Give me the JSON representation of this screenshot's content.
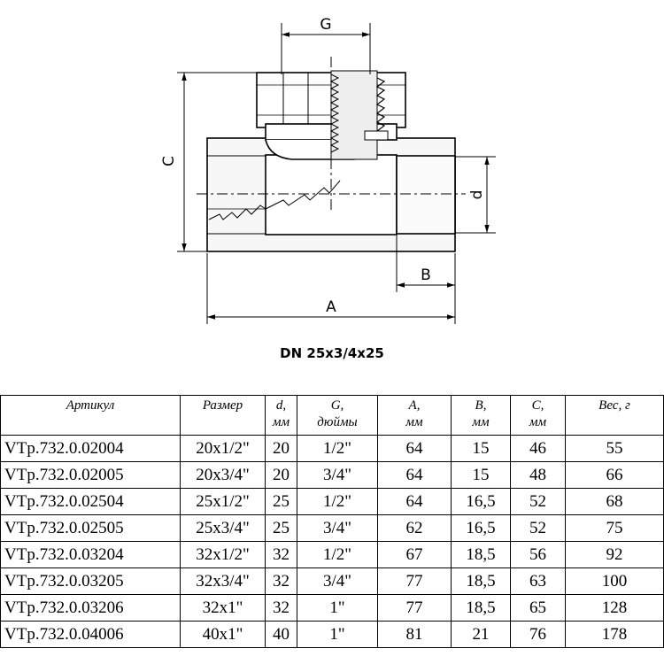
{
  "drawing": {
    "dimension_labels": {
      "G": "G",
      "C": "C",
      "d": "d",
      "B": "B",
      "A": "A"
    },
    "caption": "DN 25x3/4x25"
  },
  "table": {
    "headers": [
      {
        "line1": "Артикул",
        "line2": ""
      },
      {
        "line1": "Размер",
        "line2": ""
      },
      {
        "line1": "d,",
        "line2": "мм"
      },
      {
        "line1": "G,",
        "line2": "дюймы"
      },
      {
        "line1": "A,",
        "line2": "мм"
      },
      {
        "line1": "B,",
        "line2": "мм"
      },
      {
        "line1": "C,",
        "line2": "мм"
      },
      {
        "line1": "Вес, г",
        "line2": ""
      }
    ],
    "rows": [
      [
        "VTp.732.0.02004",
        "20x1/2\"",
        "20",
        "1/2\"",
        "64",
        "15",
        "46",
        "55"
      ],
      [
        "VTp.732.0.02005",
        "20x3/4\"",
        "20",
        "3/4\"",
        "64",
        "15",
        "48",
        "66"
      ],
      [
        "VTp.732.0.02504",
        "25x1/2\"",
        "25",
        "1/2\"",
        "64",
        "16,5",
        "52",
        "68"
      ],
      [
        "VTp.732.0.02505",
        "25x3/4\"",
        "25",
        "3/4\"",
        "62",
        "16,5",
        "52",
        "75"
      ],
      [
        "VTp.732.0.03204",
        "32x1/2\"",
        "32",
        "1/2\"",
        "67",
        "18,5",
        "56",
        "92"
      ],
      [
        "VTp.732.0.03205",
        "32x3/4\"",
        "32",
        "3/4\"",
        "77",
        "18,5",
        "63",
        "100"
      ],
      [
        "VTp.732.0.03206",
        "32x1\"",
        "32",
        "1\"",
        "77",
        "18,5",
        "65",
        "128"
      ],
      [
        "VTp.732.0.04006",
        "40x1\"",
        "40",
        "1\"",
        "81",
        "21",
        "76",
        "178"
      ]
    ]
  }
}
